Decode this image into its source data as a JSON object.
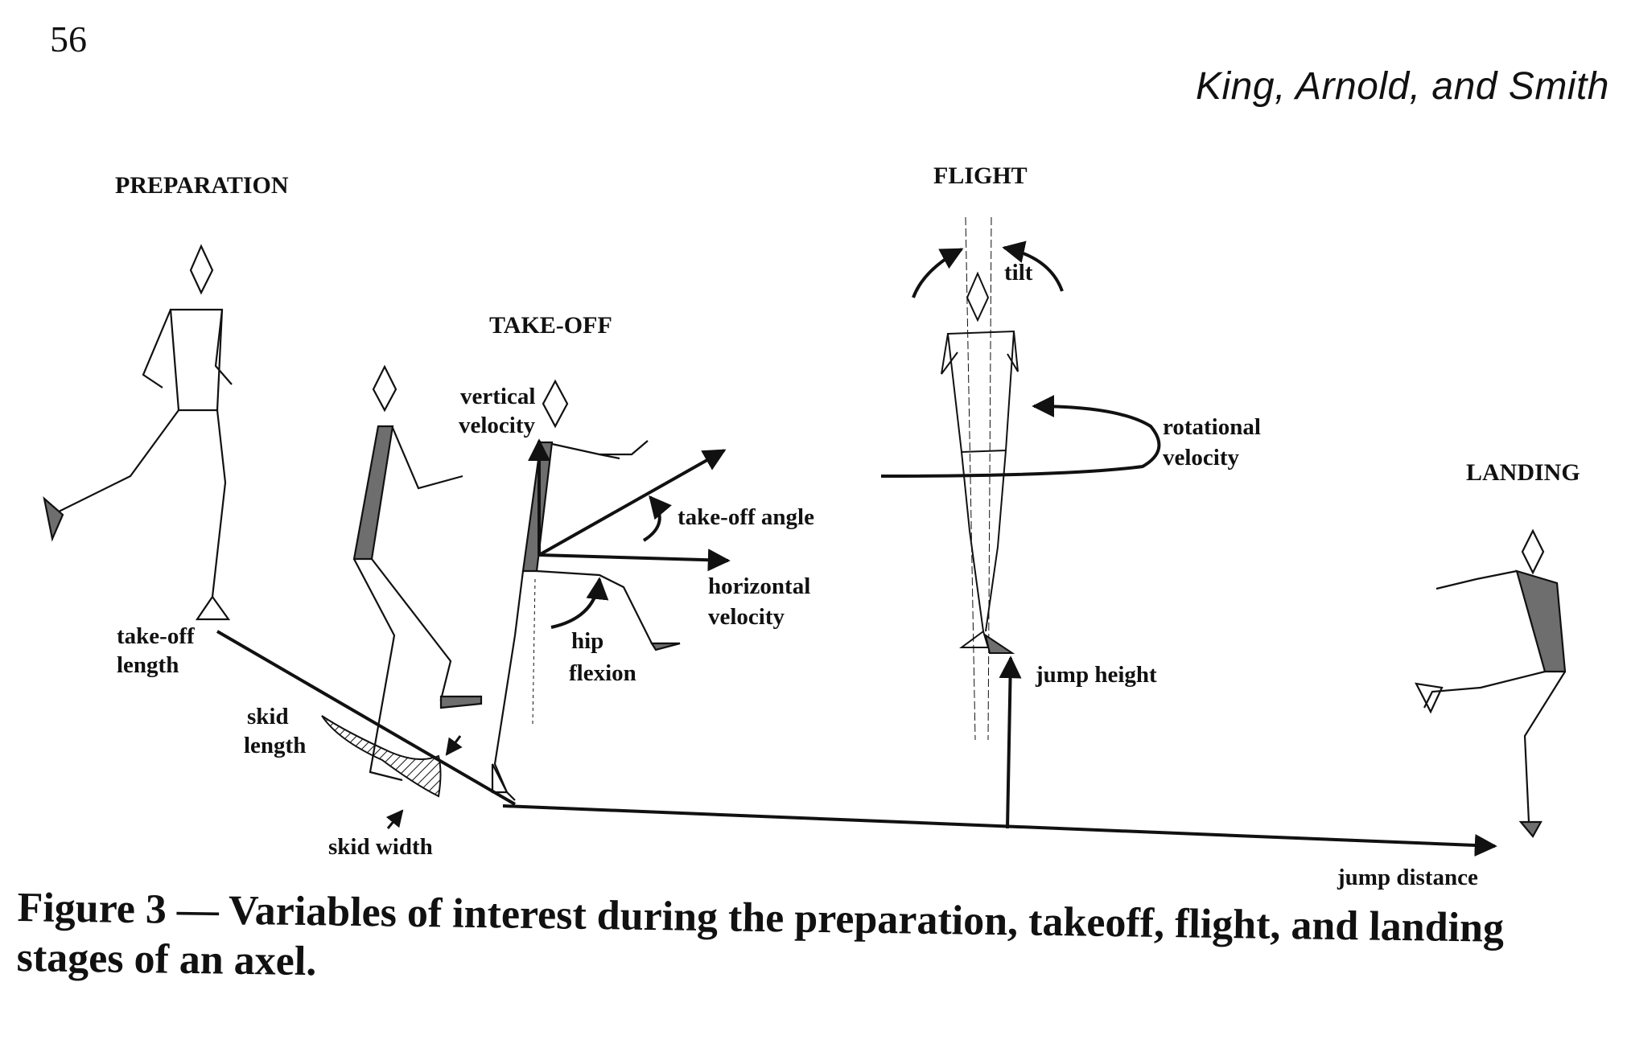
{
  "header": {
    "page_number": "56",
    "authors": "King, Arnold, and Smith"
  },
  "figure": {
    "stages": {
      "preparation": "PREPARATION",
      "takeoff": "TAKE-OFF",
      "flight": "FLIGHT",
      "landing": "LANDING"
    },
    "labels": {
      "takeoff_length_1": "take-off",
      "takeoff_length_2": "length",
      "skid_length_1": "skid",
      "skid_length_2": "length",
      "skid_width": "skid width",
      "vertical_velocity_1": "vertical",
      "vertical_velocity_2": "velocity",
      "takeoff_angle": "take-off angle",
      "horizontal_velocity_1": "horizontal",
      "horizontal_velocity_2": "velocity",
      "hip_flexion_1": "hip",
      "hip_flexion_2": "flexion",
      "tilt": "tilt",
      "rotational_velocity_1": "rotational",
      "rotational_velocity_2": "velocity",
      "jump_height": "jump height",
      "jump_distance": "jump distance"
    }
  },
  "caption": {
    "line1": "Figure 3  —  Variables of interest during the preparation, takeoff, flight, and landing",
    "line2": "stages of an axel."
  },
  "colors": {
    "ink": "#111111",
    "shade": "#6e6e6e"
  }
}
